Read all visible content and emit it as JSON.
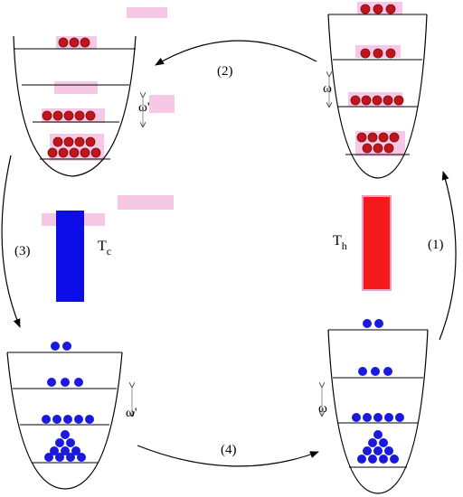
{
  "labels": {
    "step1": "(1)",
    "step2": "(2)",
    "step3": "(3)",
    "step4": "(4)",
    "omega": "ω",
    "omega_prime": "ω'",
    "tc_main": "T",
    "tc_sub": "c",
    "th_main": "T",
    "th_sub": "h"
  },
  "colors": {
    "hot_atom": "#c0151b",
    "hot_atom_edge": "#7a0a10",
    "cold_atom": "#1a1adf",
    "cold_reservoir": "#0d0de8",
    "hot_reservoir": "#f51a1a",
    "hot_reservoir_edge": "#f0a0c8",
    "highlight": "#f7c8e6"
  },
  "icons": {
    "arrow": "curved-arrow",
    "double_arrow": "vertical-double-arrow"
  }
}
